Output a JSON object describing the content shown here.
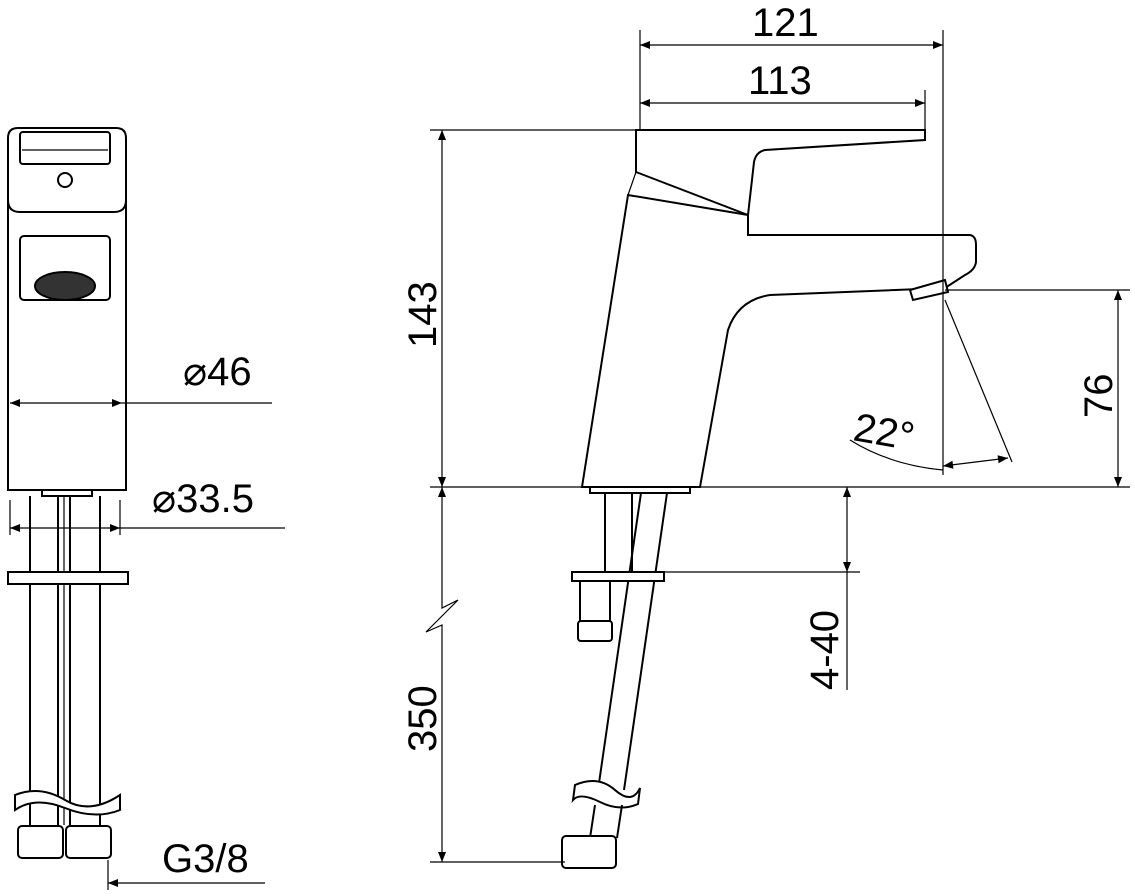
{
  "drawing": {
    "colors": {
      "line": "#000000",
      "background": "#ffffff"
    },
    "front_view": {
      "diameter_body": "⌀46",
      "diameter_base": "⌀33.5",
      "connection_thread": "G3/8"
    },
    "side_view": {
      "overall_length": "121",
      "spout_length": "113",
      "overall_height": "143",
      "spout_height": "76",
      "spout_angle": "22°",
      "deck_thickness": "4-40",
      "hose_length": "350"
    }
  }
}
